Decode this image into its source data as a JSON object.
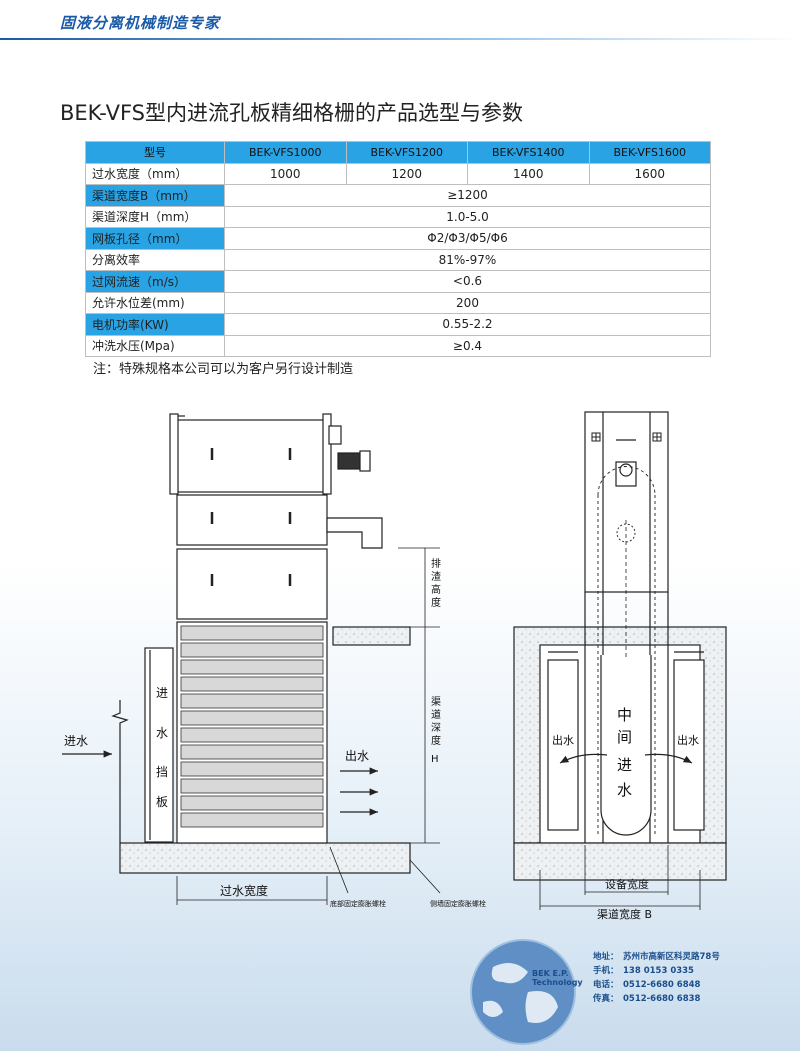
{
  "header": {
    "brand": "固液分离机械制造专家"
  },
  "title": "BEK-VFS型内进流孔板精细格栅的产品选型与参数",
  "table": {
    "header": [
      "型号",
      "BEK-VFS1000",
      "BEK-VFS1200",
      "BEK-VFS1400",
      "BEK-VFS1600"
    ],
    "rows": [
      {
        "label": "过水宽度（mm）",
        "values": [
          "1000",
          "1200",
          "1400",
          "1600"
        ]
      },
      {
        "label": "渠道宽度B（mm）",
        "value": "≥1200"
      },
      {
        "label": "渠道深度H（mm）",
        "value": "1.0-5.0"
      },
      {
        "label": "网板孔径（mm）",
        "value": "Φ2/Φ3/Φ5/Φ6"
      },
      {
        "label": "分离效率",
        "value": "81%-97%"
      },
      {
        "label": "过网流速（m/s）",
        "value": "<0.6"
      },
      {
        "label": "允许水位差(mm)",
        "value": "200"
      },
      {
        "label": "电机功率(KW)",
        "value": "0.55-2.2"
      },
      {
        "label": "冲洗水压(Mpa)",
        "value": "≥0.4"
      }
    ]
  },
  "note": "注：特殊规格本公司可以为客户另行设计制造",
  "drawing_left": {
    "inlet": "进水",
    "baffle": [
      "进",
      "水",
      "挡",
      "板"
    ],
    "outlet": "出水",
    "discharge_height": [
      "排",
      "渣",
      "高",
      "度"
    ],
    "channel_depth": [
      "渠",
      "道",
      "深",
      "度",
      "H"
    ],
    "flow_width": "过水宽度",
    "bottom_bolt": "底部固定膨胀螺栓",
    "side_bolt": "侧墙固定膨胀螺栓"
  },
  "drawing_right": {
    "outlet_left": "出水",
    "outlet_right": "出水",
    "middle_inlet": [
      "中",
      "间",
      "进",
      "水"
    ],
    "equipment_width": "设备宽度",
    "channel_width": "渠道宽度 B"
  },
  "footer": {
    "logo": [
      "BEK E.P.",
      "Technology"
    ],
    "address_label": "地址：",
    "address": "苏州市高新区科灵路78号",
    "mobile_label": "手机：",
    "mobile": "138 0153 0335",
    "phone_label": "电话：",
    "phone": "0512-6680 6848",
    "fax_label": "传真：",
    "fax": "0512-6680 6838"
  },
  "colors": {
    "accent": "#29a3e3",
    "brand": "#1a5aa8"
  }
}
